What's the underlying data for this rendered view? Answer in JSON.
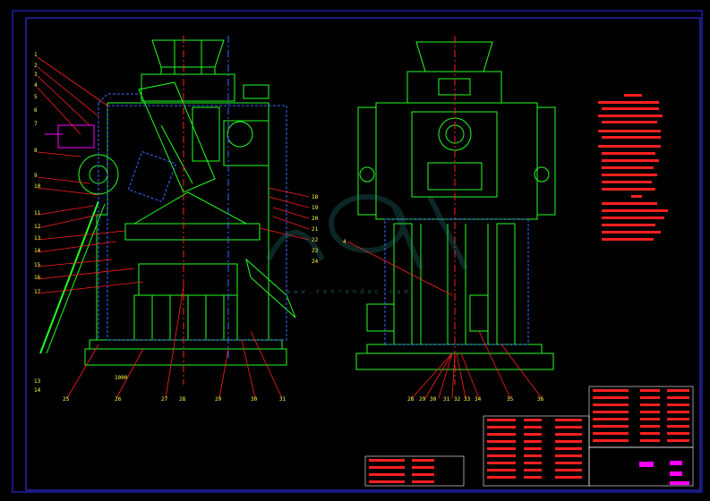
{
  "drawing": {
    "title": "",
    "watermark": "www.renrendoc.com",
    "colors": {
      "background": "#000000",
      "frame": "#2b2bff",
      "machine": "#22ff22",
      "hidden": "#3a6bff",
      "leaders": "#ff2020",
      "text": "#ffff40",
      "accent": "#ff00ff"
    }
  },
  "left_view": {
    "balloons_left": [
      "1",
      "2",
      "3",
      "4",
      "5",
      "6",
      "7",
      "8",
      "9",
      "10",
      "11",
      "12",
      "13",
      "14",
      "15",
      "16",
      "17"
    ],
    "balloons_right": [
      "18",
      "19",
      "20",
      "21",
      "22",
      "23",
      "24"
    ],
    "balloons_bottom": [
      "13",
      "14",
      "25",
      "26",
      "27",
      "28",
      "29",
      "30",
      "31"
    ],
    "dimension": "1000"
  },
  "right_view": {
    "balloons_bottom": [
      "28",
      "29",
      "30",
      "31",
      "32",
      "33",
      "34",
      "35",
      "36"
    ],
    "balloon_left": "4"
  }
}
